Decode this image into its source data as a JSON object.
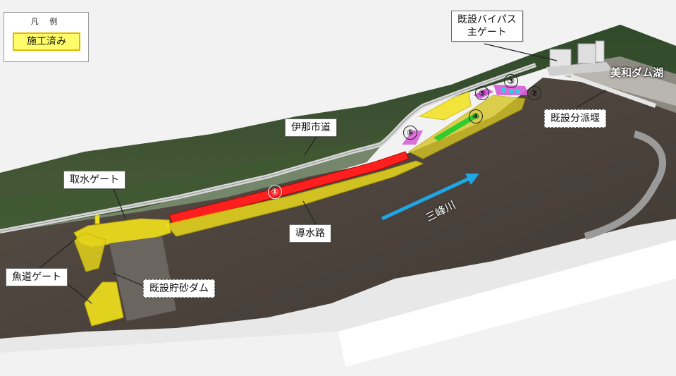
{
  "legend": {
    "title": "凡 例",
    "completed_label": "施工済み",
    "completed_color": "#fffd6b"
  },
  "labels": {
    "bypass_main_gate": [
      "既設バイパス",
      "主ゲート"
    ],
    "miwa_dam_lake": "美和ダム湖",
    "ina_city_road": "伊那市道",
    "existing_diversion_weir": "既設分派堰",
    "intake_gate": "取水ゲート",
    "headrace": "導水路",
    "river_name": "三峰川",
    "fishway_gate": "魚道ゲート",
    "existing_sediment_dam": "既設貯砂ダム"
  },
  "numbers": {
    "n1": "①",
    "n2": "②",
    "n3": "③",
    "n4": "④",
    "n5a": "⑤",
    "n5b": "⑤"
  },
  "colors": {
    "completed_yellow": "#f2e21c",
    "headrace_red": "#ff1f1f",
    "green_section": "#2ecc2e",
    "magenta_section": "#d65bd6",
    "river_arrow": "#1ea6e6"
  }
}
